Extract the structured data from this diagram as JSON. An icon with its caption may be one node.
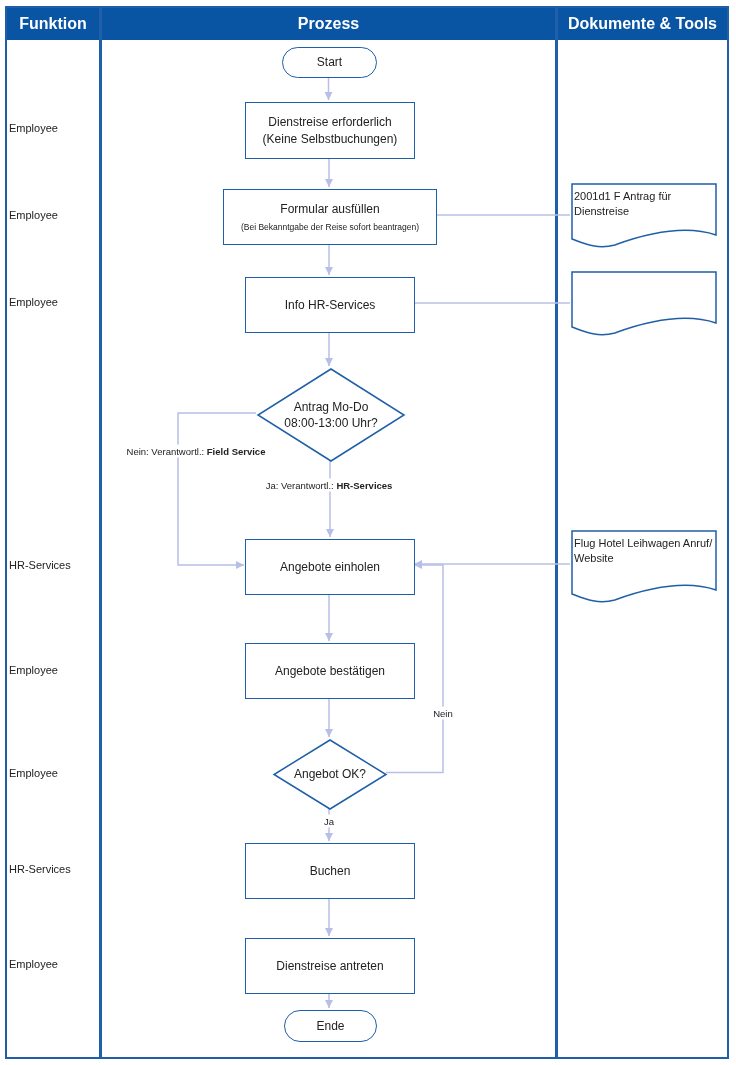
{
  "diagram": {
    "nodes": [
      {
        "text": [
          "Funktion"
        ]
      },
      {
        "text": [
          "Prozess"
        ]
      },
      {
        "text": [
          "Dokumente & Tools"
        ]
      },
      {
        "text": [
          "Start"
        ],
        "in": 1
      },
      {
        "text": [
          "Dienstreise erforderlich (Keine Selbstbuchungen)"
        ],
        "in": 1
      },
      {
        "text": [
          "Formular ausfüllen",
          "(Bei Bekanntgabe der Reise sofort beantragen)"
        ],
        "in": 1
      },
      {
        "text": [
          "Info HR-Services"
        ],
        "in": 1
      },
      {
        "text": [
          "Antrag Mo-Do 08:00-13:00 Uhr?"
        ],
        "in": 1
      },
      {
        "text": [
          "Angebote einholen"
        ],
        "in": 1
      },
      {
        "text": [
          "Angebote bestätigen"
        ],
        "in": 1
      },
      {
        "text": [
          "Angebot OK?"
        ],
        "in": 1
      },
      {
        "text": [
          "Buchen"
        ],
        "in": 1
      },
      {
        "text": [
          "Dienstreise antreten"
        ],
        "in": 1
      },
      {
        "text": [
          "Ende"
        ],
        "in": 1
      },
      {
        "text": [
          "2001d1 F Antrag für Dienstreise"
        ],
        "in": 2
      },
      {
        "text": [],
        "shape": "document",
        "in": 2
      },
      {
        "text": [
          "Flug Hotel Leihwagen Anruf/ Website"
        ],
        "in": 2
      }
    ],
    "edges": [
      {
        "from": 3,
        "to": 4,
        "arrow": "to"
      },
      {
        "from": 4,
        "to": 5,
        "arrow": "to"
      },
      {
        "from": 5,
        "to": 6,
        "arrow": "to"
      },
      {
        "from": 6,
        "to": 7,
        "arrow": "to"
      },
      {
        "from": 7,
        "to": 8,
        "arrow": "to",
        "label": "Ja: Verantwortl.: **HR-Services**"
      },
      {
        "from": 7,
        "to": 8,
        "arrow": "to",
        "label": "Nein: Verantwortl.: **Field Service**"
      },
      {
        "from": 8,
        "to": 9,
        "arrow": "to"
      },
      {
        "from": 9,
        "to": 10,
        "arrow": "to"
      },
      {
        "from": 10,
        "to": 8,
        "arrow": "to",
        "label": "Nein"
      },
      {
        "from": 10,
        "to": 11,
        "arrow": "to",
        "label": "Ja"
      },
      {
        "from": 11,
        "to": 12,
        "arrow": "to"
      },
      {
        "from": 12,
        "to": 13,
        "arrow": "to"
      },
      {
        "from": 5,
        "to": 14,
        "arrow": "none"
      },
      {
        "from": 6,
        "to": 15,
        "arrow": "none"
      },
      {
        "from": 16,
        "to": 8,
        "arrow": "to"
      }
    ],
    "labels": [
      "Employee",
      "Employee",
      "Employee",
      "HR-Services",
      "Employee",
      "Employee",
      "HR-Services",
      "Employee"
    ]
  }
}
